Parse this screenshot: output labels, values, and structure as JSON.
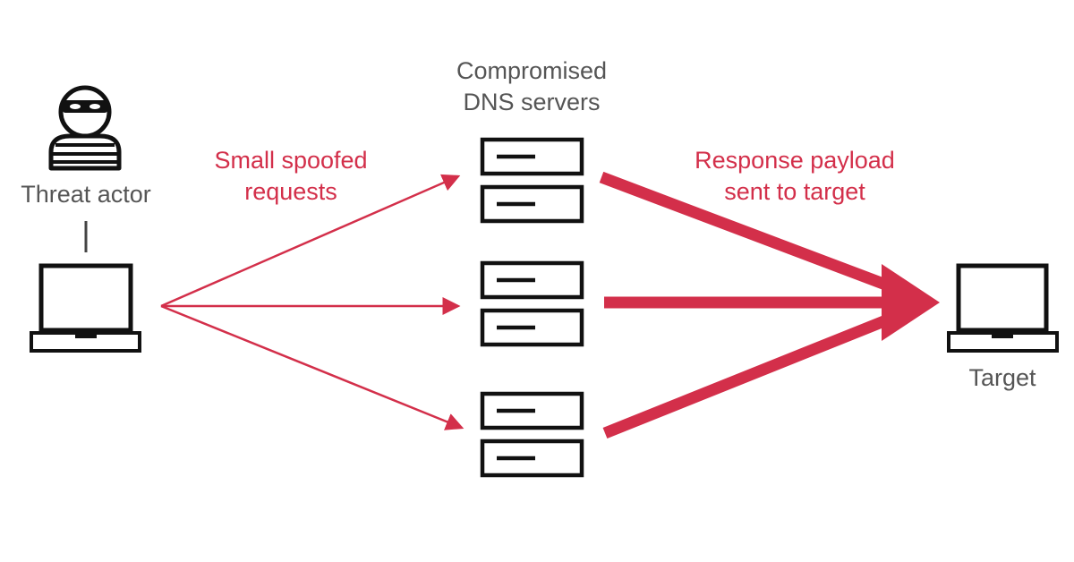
{
  "colors": {
    "accent": "#d32f4a",
    "ink": "#111111",
    "label": "#555555",
    "background": "#ffffff"
  },
  "actor": {
    "label": "Threat actor",
    "icon": "masked-person-icon",
    "device_icon": "laptop-icon"
  },
  "servers": {
    "label_lines": [
      "Compromised",
      "DNS servers"
    ],
    "icon": "server-icon",
    "count": 3
  },
  "requests": {
    "label_lines": [
      "Small spoofed",
      "requests"
    ]
  },
  "response": {
    "label_lines": [
      "Response payload",
      "sent to target"
    ]
  },
  "target": {
    "label": "Target",
    "icon": "laptop-icon"
  }
}
